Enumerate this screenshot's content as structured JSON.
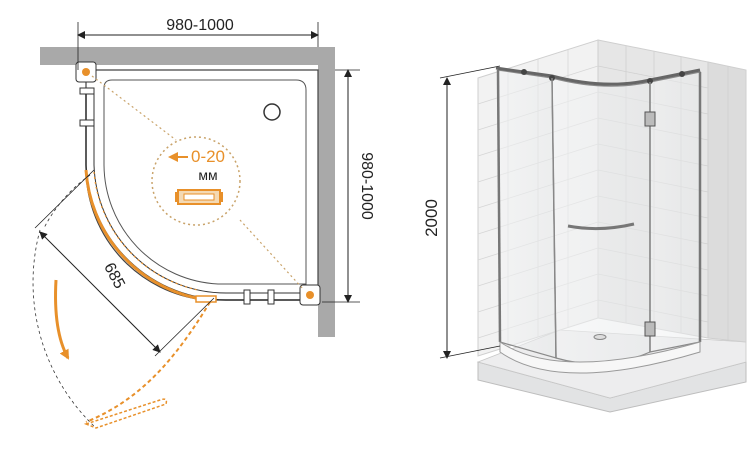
{
  "plan_view": {
    "width_label": "980-1000",
    "depth_label": "980-1000",
    "door_width_label": "685",
    "adjustment": {
      "range_label": "0-20",
      "unit_label": "мм"
    }
  },
  "perspective_view": {
    "height_label": "2000"
  },
  "colors": {
    "accent": "#e8902a",
    "line": "#333333",
    "wall": "#a9a9a9",
    "dotted": "#c9a36a"
  }
}
